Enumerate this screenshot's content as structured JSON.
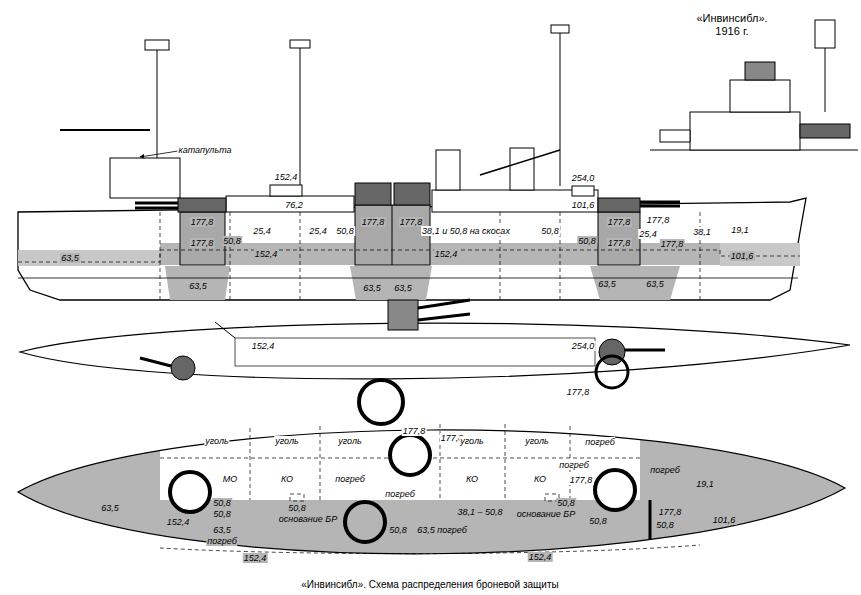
{
  "diagram": {
    "title": "«Инвинсибл». 1916 г.",
    "caption": "«Инвинсибл». Схема распределения броневой защиты",
    "labels": [
      "катапульта",
      "152,4",
      "254,0",
      "76,2",
      "101,6",
      "177,8",
      "177,8",
      "50,8",
      "25,4",
      "25,4",
      "50,8",
      "177,8",
      "177,8",
      "38,1 и 50,8 на скосах",
      "50,8",
      "177,8",
      "177,8",
      "50,8",
      "177,8",
      "25,4",
      "177,8",
      "38,1",
      "19,1",
      "63,5",
      "152,4",
      "152,4",
      "101,6",
      "63,5",
      "63,5",
      "63,5",
      "63,5",
      "63,5",
      "152,4",
      "254,0",
      "177,8",
      "177,8",
      "уголь",
      "уголь",
      "уголь",
      "177,8",
      "уголь",
      "уголь",
      "погреб",
      "МО",
      "КО",
      "погреб",
      "погреб",
      "КО",
      "погреб",
      "177,8",
      "КО",
      "погреб",
      "19,1",
      "63,5",
      "50,8",
      "50,8",
      "50,8",
      "основание БР",
      "38,1 – 50,8",
      "основание БР",
      "50,8",
      "177,8",
      "50,8",
      "50,8",
      "152,4",
      "63,5",
      "погреб",
      "50,8",
      "63,5 погреб",
      "101,6",
      "152,4",
      "152,4"
    ]
  }
}
